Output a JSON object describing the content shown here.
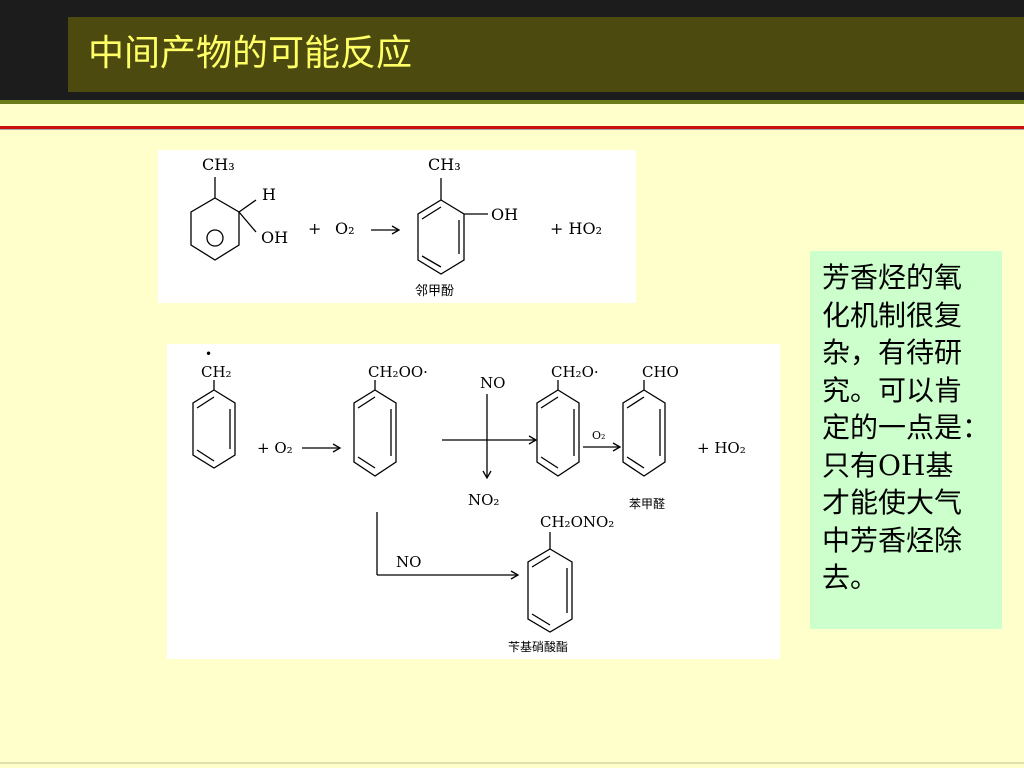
{
  "header": {
    "title": "中间产物的可能反应"
  },
  "reaction1": {
    "methyl": "CH₃",
    "h": "H",
    "oh": "OH",
    "plus": "+",
    "o2": "O₂",
    "product_methyl": "CH₃",
    "product_oh": "OH",
    "ho2": "+ HO₂",
    "product_name": "邻甲酚"
  },
  "reaction2": {
    "dot": "•",
    "ch2": "CH₂",
    "plus_o2": "+ O₂",
    "ch2oo": "CH₂OO·",
    "no": "NO",
    "no2": "NO₂",
    "ch2o": "CH₂O·",
    "o2_small": "O₂",
    "cho": "CHO",
    "ho2": "+ HO₂",
    "benzaldehyde": "苯甲醛",
    "no_lower": "NO",
    "ch2ono2": "CH₂ONO₂",
    "benzyl_nitrate": "苄基硝酸酯"
  },
  "note": {
    "lines": [
      "芳香烃的氧",
      "化机制很复",
      "杂，有待研",
      "究。可以肯",
      "定的一点是：",
      "只有OH基",
      "才能使大气",
      "中芳香烃除",
      "去。"
    ]
  }
}
